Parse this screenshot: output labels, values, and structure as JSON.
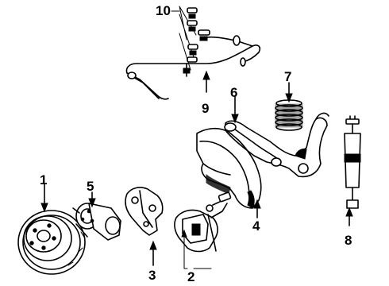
{
  "callouts": [
    {
      "id": "1",
      "part": "brake-rotor"
    },
    {
      "id": "2",
      "part": "brake-caliper"
    },
    {
      "id": "3",
      "part": "caliper-bracket"
    },
    {
      "id": "4",
      "part": "splash-shield"
    },
    {
      "id": "5",
      "part": "hub-assembly"
    },
    {
      "id": "6",
      "part": "lower-control-arm"
    },
    {
      "id": "7",
      "part": "coil-spring"
    },
    {
      "id": "8",
      "part": "shock-absorber"
    },
    {
      "id": "9",
      "part": "stabilizer-bar"
    },
    {
      "id": "10",
      "part": "stabilizer-link-kit"
    }
  ]
}
